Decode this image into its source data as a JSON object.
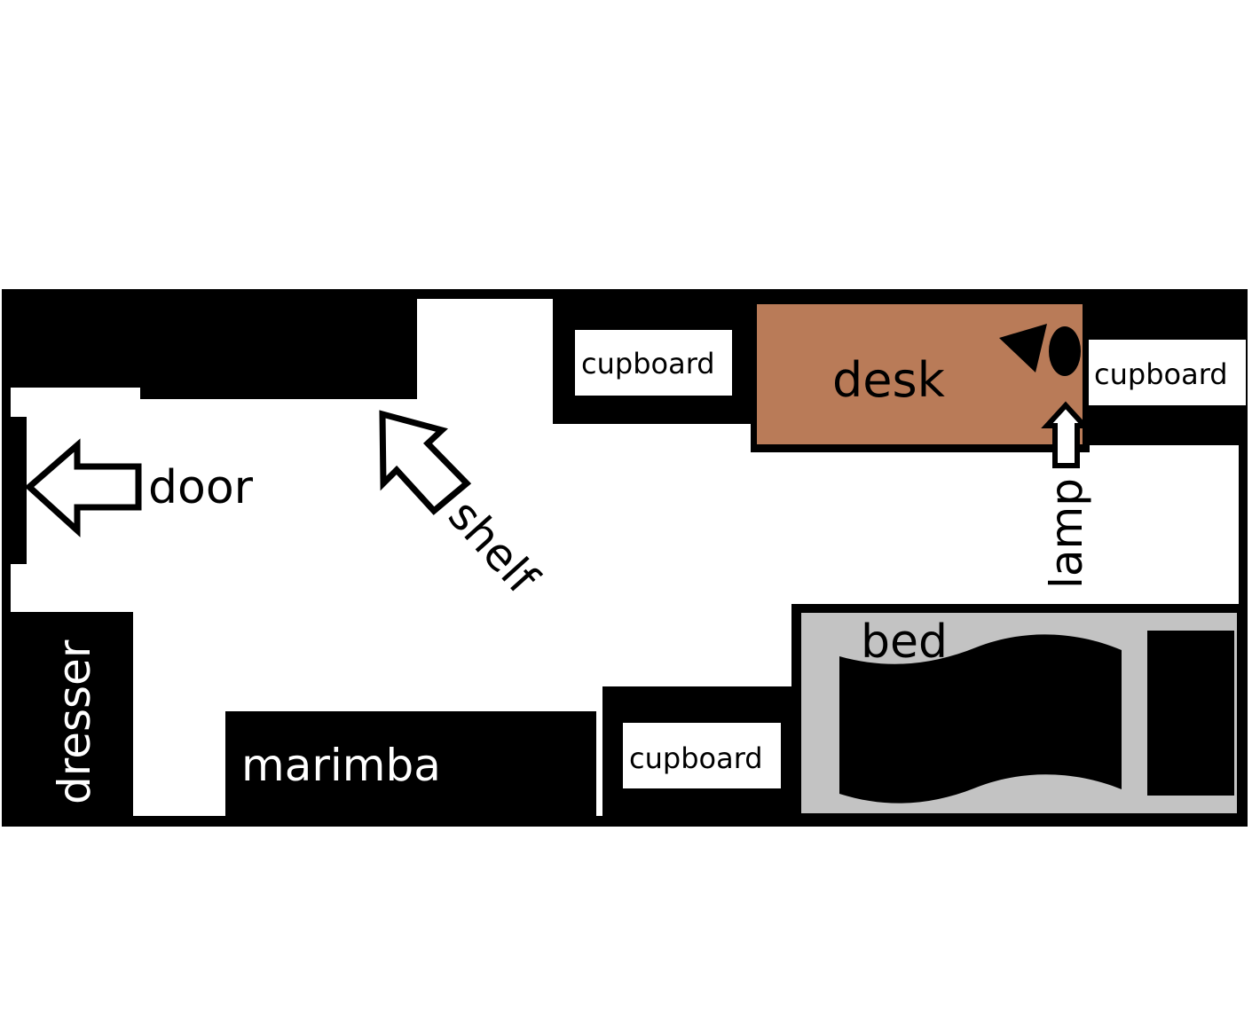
{
  "colors": {
    "wall": "#000000",
    "floor": "#ffffff",
    "desk": "#b97b58",
    "bed_frame": "#c3c3c3"
  },
  "labels": {
    "door": "door",
    "shelf": "shelf",
    "cupboard_top": "cupboard",
    "desk": "desk",
    "cupboard_right": "cupboard",
    "lamp": "lamp",
    "bed": "bed",
    "cupboard_bottom": "cupboard",
    "marimba": "marimba",
    "dresser": "dresser"
  },
  "icons": {
    "door_arrow": "arrow-left-icon",
    "shelf_arrow": "arrow-up-left-icon",
    "lamp_arrow": "arrow-up-icon",
    "lamp": "lamp-icon",
    "blanket": "blanket-icon"
  }
}
